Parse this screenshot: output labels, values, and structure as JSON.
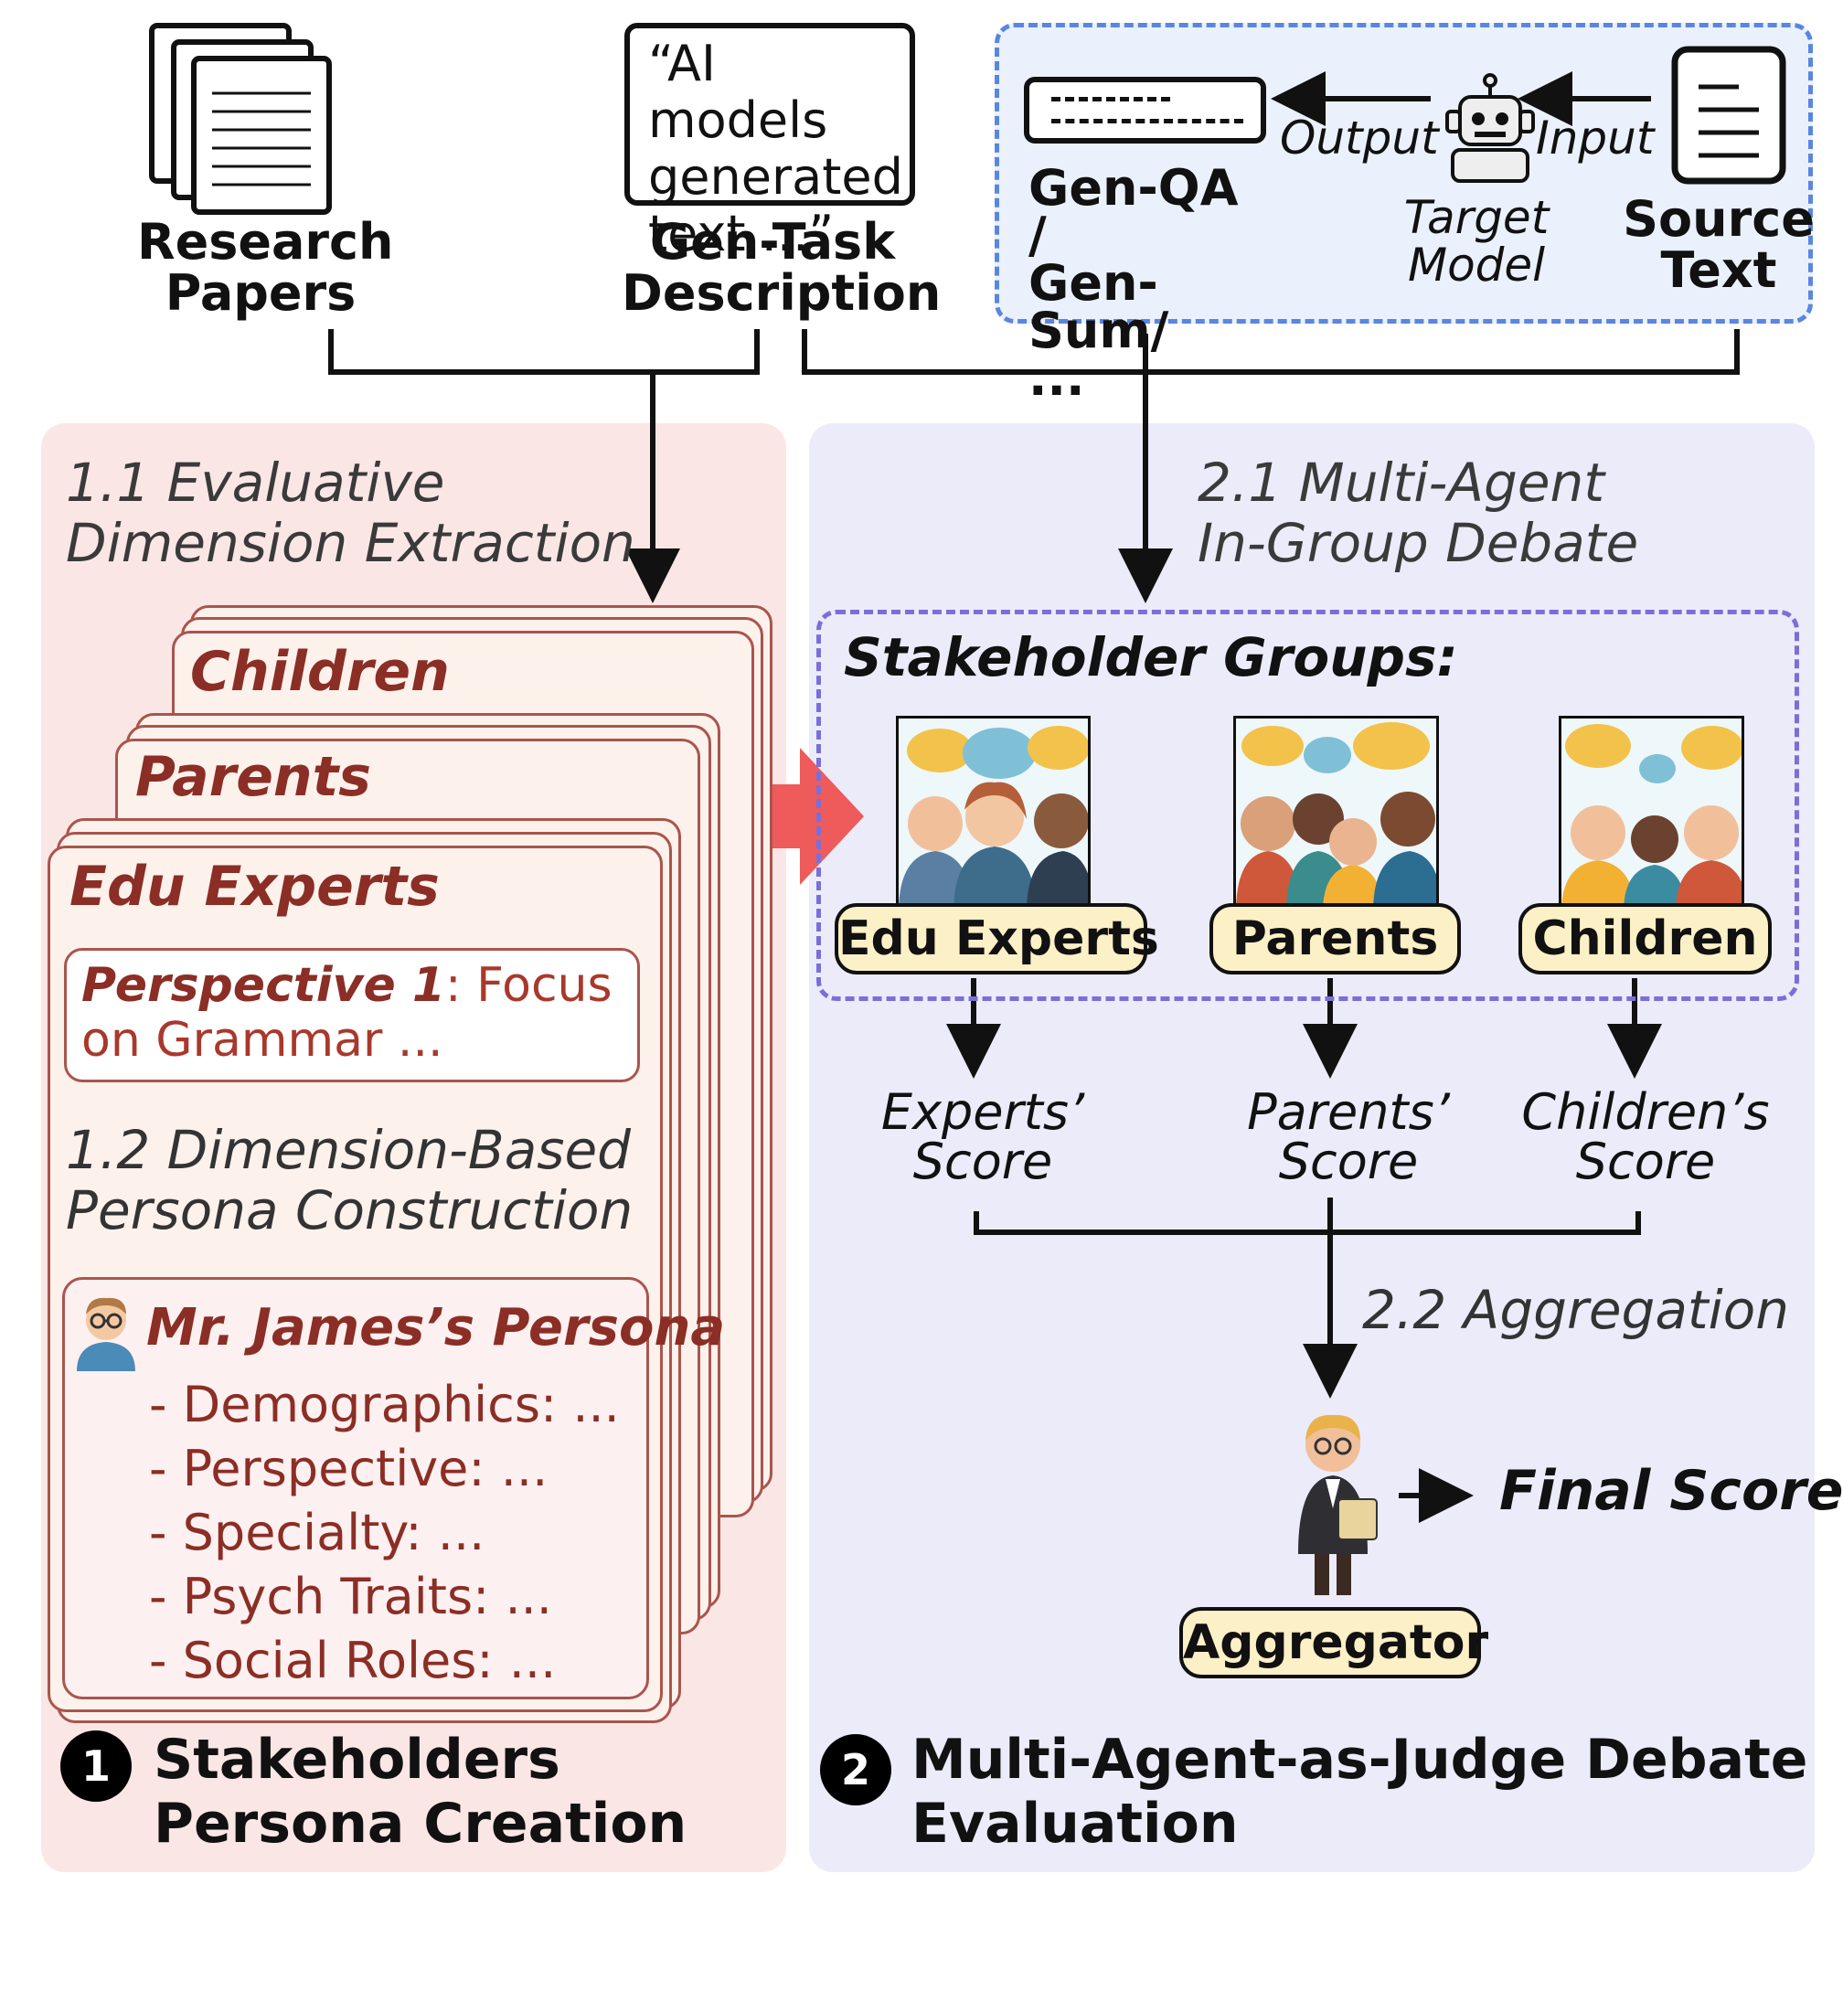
{
  "inputs": {
    "research_papers": "Research\nPapers",
    "quote": "“AI models\ngenerated\ntext ...”",
    "gen_task": "Gen-Task\nDescription",
    "gen_outputs": "Gen-QA /\nGen-Sum/\n...",
    "output_label": "Output",
    "input_label": "Input",
    "target_model": "Target\nModel",
    "source_text": "Source\nText"
  },
  "stage1": {
    "step_1_1": "1.1 Evaluative\nDimension Extraction",
    "cards": [
      "Children",
      "Parents",
      "Edu Experts"
    ],
    "perspective_bold": "Perspective 1",
    "perspective_rest": ": Focus\non Grammar ...",
    "step_1_2": "1.2 Dimension-Based\nPersona Construction",
    "persona_title": "Mr. James’s Persona",
    "persona_items": [
      "- Demographics: ...",
      "- Perspective: ...",
      "- Specialty: ...",
      "- Psych Traits: ...",
      "- Social Roles: ..."
    ],
    "number": "1",
    "title": "Stakeholders\nPersona Creation"
  },
  "stage2": {
    "step_2_1": "2.1 Multi-Agent\nIn-Group  Debate",
    "groups_title": "Stakeholder Groups:",
    "groups": [
      "Edu Experts",
      "Parents",
      "Children"
    ],
    "scores": [
      "Experts’\nScore",
      "Parents’\nScore",
      "Children’s\nScore"
    ],
    "step_2_2": "2.2 Aggregation",
    "aggregator": "Aggregator",
    "final_score": "Final Score",
    "number": "2",
    "title": "Multi-Agent-as-Judge Debate\nEvaluation"
  },
  "colors": {
    "left_panel": "#fbe6e6",
    "right_panel": "#ecebfa",
    "accent_red": "#8b2e25",
    "pill_fill": "#fcf0c7",
    "arrow_pink": "#ef5a5a"
  }
}
